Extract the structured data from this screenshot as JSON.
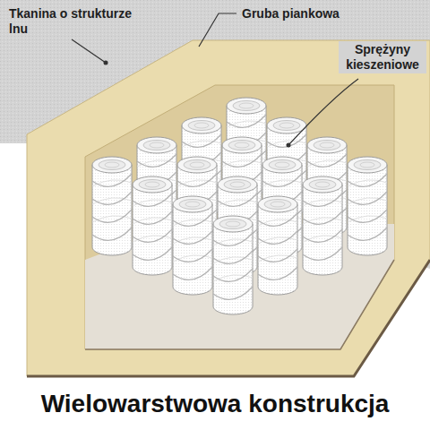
{
  "diagram": {
    "title": "Wielowarstwowa konstrukcja",
    "labels": [
      "Tkanina o strukturze lnu",
      "Gruba piankowa",
      "Sprężyny kieszeniowe"
    ]
  }
}
